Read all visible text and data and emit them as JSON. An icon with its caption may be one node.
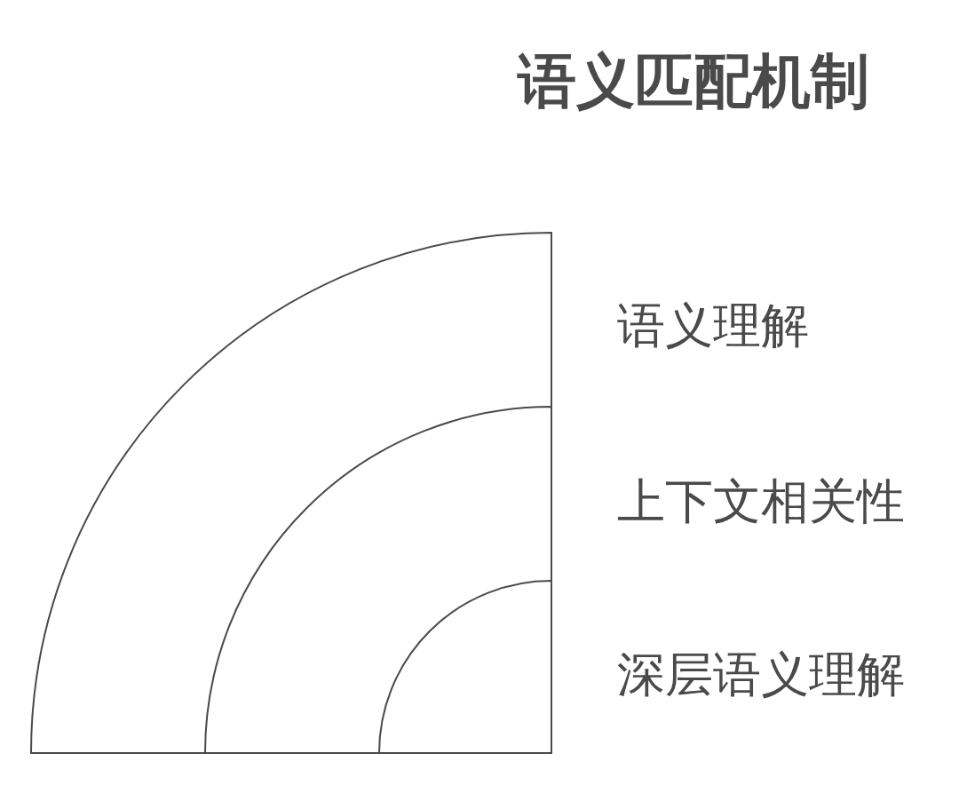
{
  "diagram": {
    "title": "语义匹配机制",
    "nodes": [
      {
        "text": [],
        "shape": "sector",
        "beside": [
          "语义理解"
        ]
      },
      {
        "text": [],
        "shape": "sector",
        "in": 0,
        "beside": [
          "上下文相关性"
        ]
      },
      {
        "text": [],
        "shape": "sector",
        "in": 1,
        "beside": [
          "深层语义理解"
        ]
      }
    ]
  }
}
